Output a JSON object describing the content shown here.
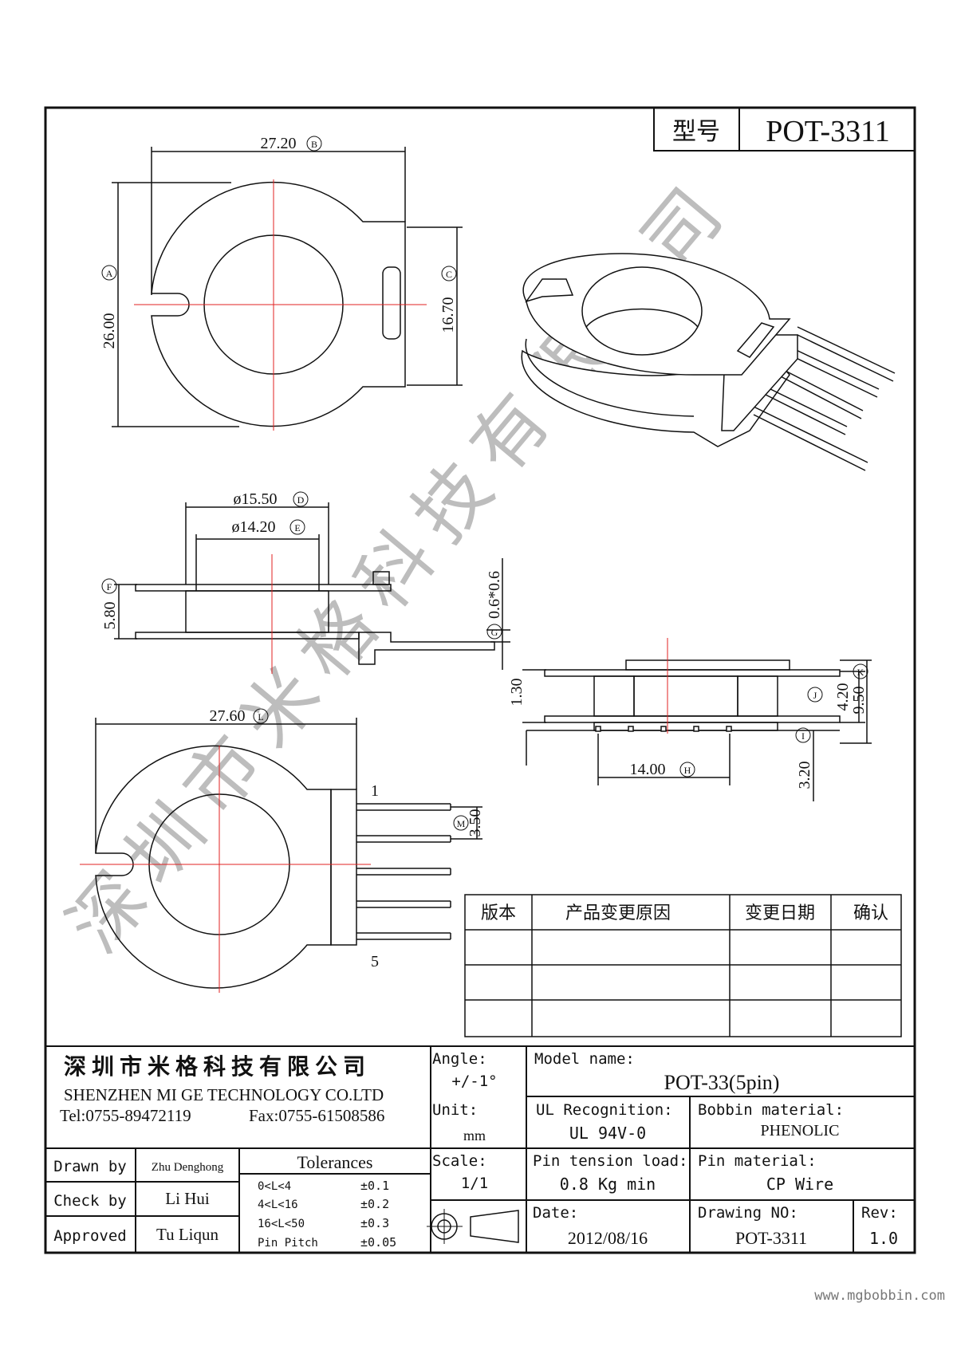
{
  "header": {
    "model_label": "型号",
    "model_value": "POT-3311"
  },
  "watermark": "深圳市米格科技有限公司",
  "dims": {
    "top_width": "27.20",
    "top_width_ref": "B",
    "top_height": "26.00",
    "top_height_ref": "A",
    "top_slot": "16.70",
    "top_slot_ref": "C",
    "outer_dia": "ø15.50",
    "outer_dia_ref": "D",
    "inner_dia": "ø14.20",
    "inner_dia_ref": "E",
    "side_height": "5.80",
    "side_height_ref": "F",
    "pin_size": "0.6*0.6",
    "pin_size_ref": "G",
    "bottom_width": "27.60",
    "bottom_width_ref": "L",
    "pin_pitch": "3.50",
    "pin_pitch_ref": "M",
    "pin1": "1",
    "pin5": "5",
    "front_flange": "1.30",
    "front_inner": "4.20",
    "front_inner_ref": "J",
    "front_total": "9.50",
    "front_total_ref": "K",
    "front_pin_ref": "I",
    "front_span": "14.00",
    "front_span_ref": "H",
    "front_pin_len": "3.20"
  },
  "revision_table": {
    "headers": [
      "版本",
      "产品变更原因",
      "变更日期",
      "确认"
    ],
    "rows": [
      [
        "",
        "",
        "",
        ""
      ],
      [
        "",
        "",
        "",
        ""
      ],
      [
        "",
        "",
        "",
        ""
      ]
    ]
  },
  "title_block": {
    "company_cn": "深圳市米格科技有限公司",
    "company_en": "SHENZHEN  MI GE TECHNOLOGY  CO.LTD",
    "tel": "Tel:0755-89472119",
    "fax": "Fax:0755-61508586",
    "angle_label": "Angle:",
    "angle_value": "+/-1°",
    "model_label": "Model name:",
    "model_value": "POT-33(5pin)",
    "unit_label": "Unit:",
    "unit_value": "mm",
    "ul_label": "UL Recognition:",
    "ul_value": "UL 94V-0",
    "bobbin_label": "Bobbin material:",
    "bobbin_value": "PHENOLIC",
    "scale_label": "Scale:",
    "scale_value": "1/1",
    "tension_label": "Pin tension load:",
    "tension_value": "0.8 Kg min",
    "pin_mat_label": "Pin material:",
    "pin_mat_value": "CP Wire",
    "date_label": "Date:",
    "date_value": "2012/08/16",
    "drawing_label": "Drawing NO:",
    "drawing_value": "POT-3311",
    "rev_label": "Rev:",
    "rev_value": "1.0",
    "drawn_label": "Drawn by",
    "drawn_value": "Zhu Denghong",
    "check_label": "Check by",
    "check_value": "Li Hui",
    "approved_label": "Approved",
    "approved_value": "Tu Liqun",
    "tolerances_title": "Tolerances",
    "tolerances": [
      {
        "range": "0<L<4",
        "tol": "±0.1"
      },
      {
        "range": "4<L<16",
        "tol": "±0.2"
      },
      {
        "range": "16<L<50",
        "tol": "±0.3"
      },
      {
        "range": "Pin Pitch",
        "tol": "±0.05"
      }
    ]
  },
  "footer_url": "www.mgbobbin.com",
  "colors": {
    "line": "#111111",
    "center": "#e02020",
    "watermark": "#bdbdbd"
  }
}
